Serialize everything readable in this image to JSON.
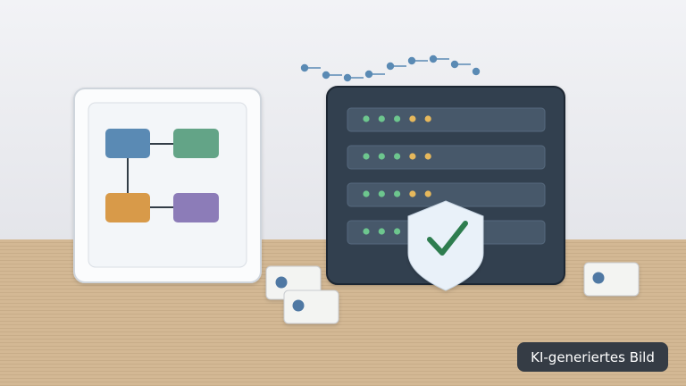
{
  "badge": {
    "label": "KI-generiertes Bild"
  },
  "colors": {
    "wall_top": "#f2f3f6",
    "wall_bottom": "#e4e5ea",
    "desk": "#d3b894",
    "desk_line": "#c6aa86",
    "panel_bg": "#fbfcfd",
    "panel_border": "#cfd5dc",
    "server_body": "#33404f",
    "server_border": "#1f2833",
    "server_slot": "#46586b",
    "led_green": "#6dc68e",
    "led_amber": "#e6b85c",
    "shield": "#e9f1f9",
    "check": "#2e7d4f",
    "node_blue": "#5a8ab4",
    "node_green": "#63a487",
    "node_orange": "#d89a4a",
    "node_purple": "#8c7bb8",
    "dot_chain": "#5a8ab4",
    "card_dot": "#4f78a3",
    "badge_bg": "#353c45"
  },
  "icons": [
    "flowchart-diagram-icon",
    "server-rack-icon",
    "shield-check-icon",
    "network-chain-icon",
    "key-card-icon"
  ],
  "server": {
    "rows": 4,
    "leds_per_row": {
      "green": 3,
      "amber": 2
    }
  },
  "flow_nodes": [
    "blue",
    "green",
    "orange",
    "purple"
  ],
  "cards": 3
}
